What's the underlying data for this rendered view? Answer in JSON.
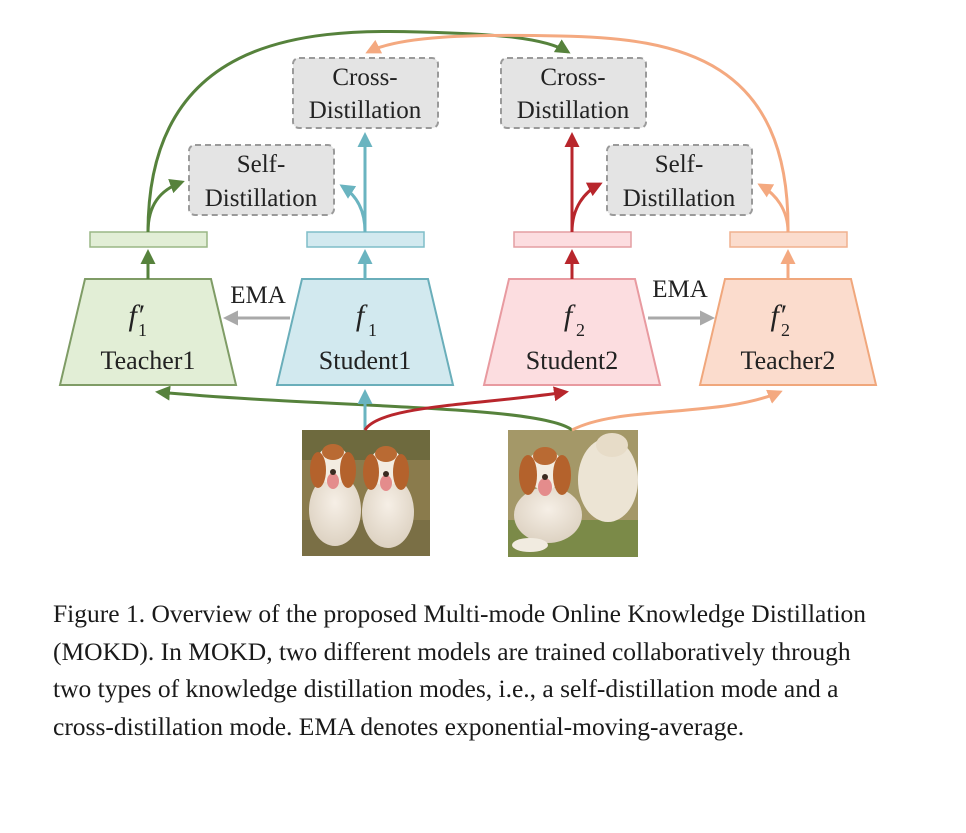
{
  "nodes": {
    "cross_left": {
      "line1": "Cross-",
      "line2": "Distillation"
    },
    "cross_right": {
      "line1": "Cross-",
      "line2": "Distillation"
    },
    "self_left": {
      "line1": "Self-",
      "line2": "Distillation"
    },
    "self_right": {
      "line1": "Self-",
      "line2": "Distillation"
    },
    "teacher1": {
      "symbol": "f",
      "prime": "′",
      "subscript": "1",
      "label": "Teacher1"
    },
    "student1": {
      "symbol": "f",
      "subscript": "1",
      "label": "Student1"
    },
    "student2": {
      "symbol": "f",
      "subscript": "2",
      "label": "Student2"
    },
    "teacher2": {
      "symbol": "f",
      "prime": "′",
      "subscript": "2",
      "label": "Teacher2"
    }
  },
  "edges": {
    "ema_left": "EMA",
    "ema_right": "EMA"
  },
  "images": [
    {
      "name": "two-dogs-view-1"
    },
    {
      "name": "two-dogs-view-2"
    }
  ],
  "colors": {
    "teacher1_fill": "#e2eed6",
    "teacher1_stroke": "#6f8f55",
    "student1_fill": "#d2e9ef",
    "student1_stroke": "#5ea9b7",
    "student2_fill": "#fcdde0",
    "student2_stroke": "#c43a3e",
    "teacher2_fill": "#fbdccd",
    "teacher2_stroke": "#f0a77c",
    "green_arrow": "#56823c",
    "teal_arrow": "#6ab4c0",
    "red_arrow": "#b8262c",
    "orange_arrow": "#f4a980",
    "gray_arrow": "#a9a9a9"
  },
  "caption": "Figure 1. Overview of the proposed Multi-mode Online Knowledge Distillation (MOKD). In MOKD, two different models are trained collaboratively through two types of knowledge distillation modes, i.e., a self-distillation mode and a cross-distillation mode. EMA denotes exponential-moving-average."
}
